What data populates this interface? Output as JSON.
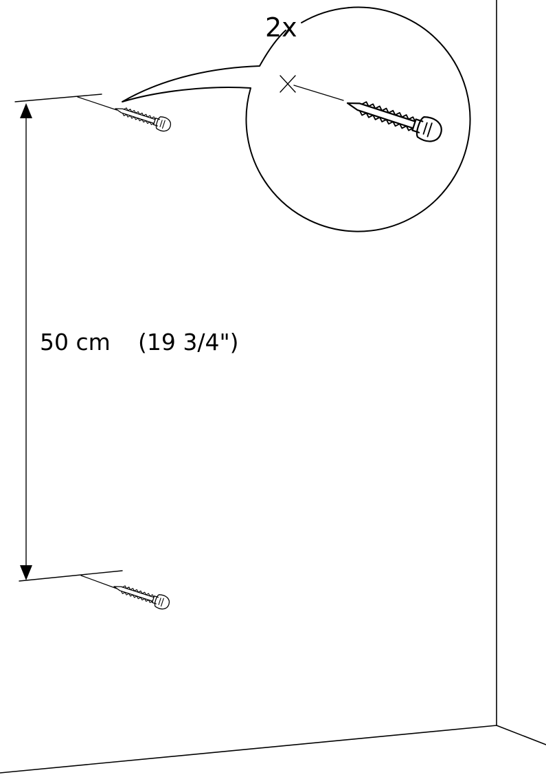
{
  "callout": {
    "quantity": "2x"
  },
  "dimension": {
    "metric": "50 cm",
    "imperial": "(19 3/4\")"
  },
  "colors": {
    "ink": "#000000",
    "background": "#ffffff"
  },
  "icons": {
    "screw": "screw-icon",
    "drill_mark": "cross-mark-icon",
    "arrow": "arrowhead-icon"
  }
}
